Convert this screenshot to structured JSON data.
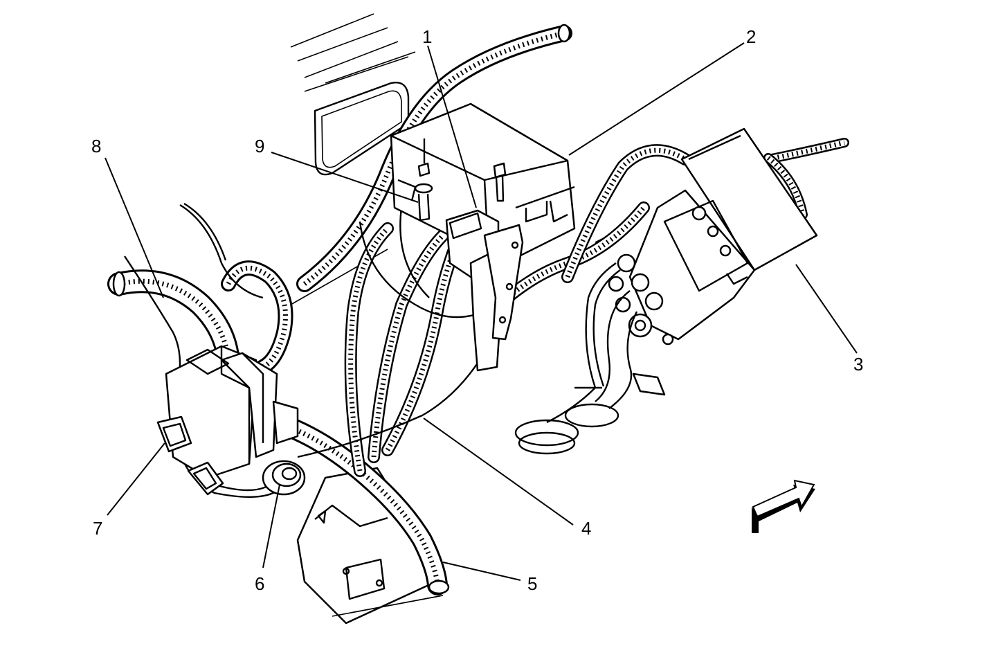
{
  "callouts": {
    "c1": "1",
    "c2": "2",
    "c3": "3",
    "c4": "4",
    "c5": "5",
    "c6": "6",
    "c7": "7",
    "c8": "8",
    "c9": "9"
  },
  "icons": {
    "direction_arrow": "forward-arrow-icon"
  },
  "colors": {
    "line": "#000000",
    "background": "#ffffff"
  }
}
